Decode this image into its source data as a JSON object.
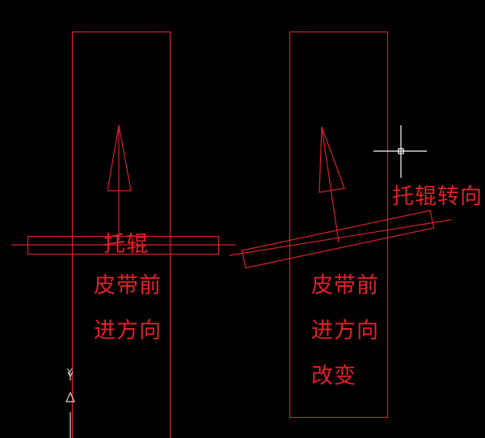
{
  "colors": {
    "background": "#000000",
    "line": "#d8202a",
    "text": "#e0202a",
    "cursor": "#ffffff"
  },
  "left_diagram": {
    "roller_label": "托辊",
    "direction_line1": "皮带前",
    "direction_line2": "进方向"
  },
  "right_diagram": {
    "roller_label": "托辊转向",
    "direction_line1": "皮带前",
    "direction_line2": "进方向",
    "direction_line3": "改变"
  },
  "ucs_icon": {
    "axis_label": "Y"
  },
  "cursor": {
    "type": "crosshair"
  }
}
